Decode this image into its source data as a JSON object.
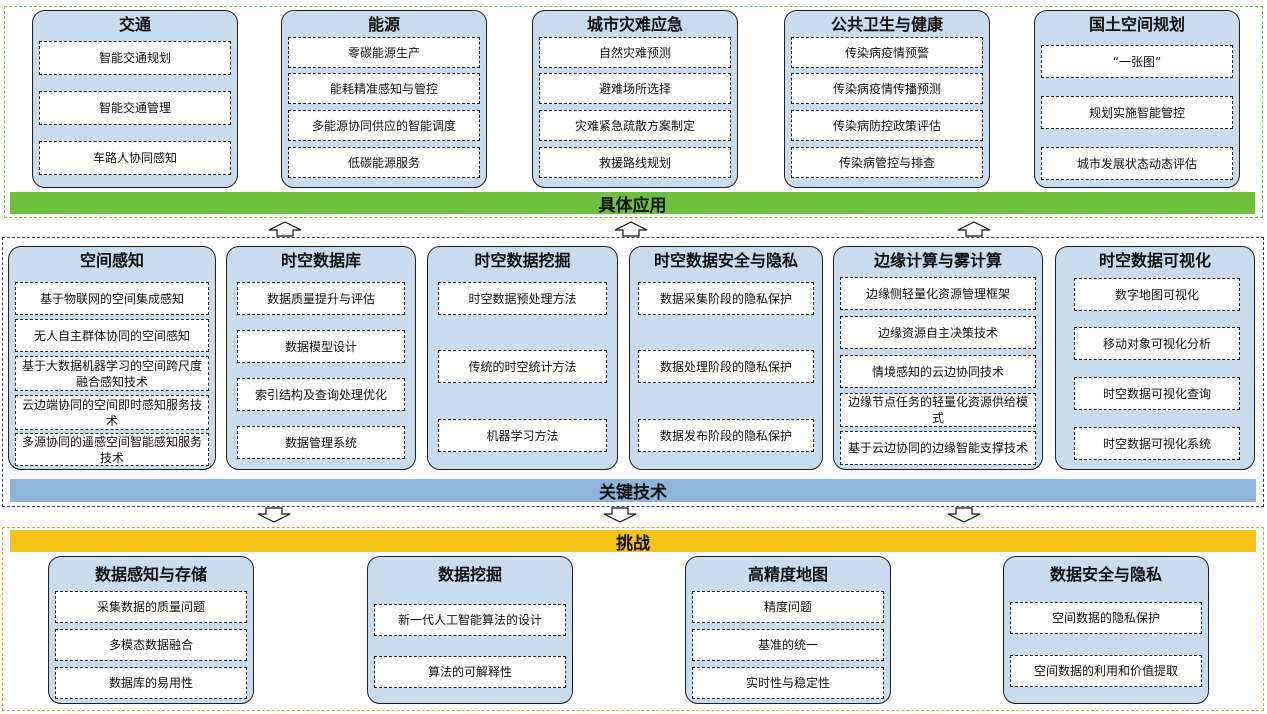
{
  "applications": {
    "bar_label": "具体应用",
    "panels": [
      {
        "title": "交通",
        "items": [
          "智能交通规划",
          "智能交通管理",
          "车路人协同感知"
        ]
      },
      {
        "title": "能源",
        "items": [
          "零碳能源生产",
          "能耗精准感知与管控",
          "多能源协同供应的智能调度",
          "低碳能源服务"
        ]
      },
      {
        "title": "城市灾难应急",
        "items": [
          "自然灾难预测",
          "避难场所选择",
          "灾难紧急疏散方案制定",
          "救援路线规划"
        ]
      },
      {
        "title": "公共卫生与健康",
        "items": [
          "传染病疫情预警",
          "传染病疫情传播预测",
          "传染病防控政策评估",
          "传染病管控与排查"
        ]
      },
      {
        "title": "国土空间规划",
        "items": [
          "“一张图”",
          "规划实施智能管控",
          "城市发展状态动态评估"
        ]
      }
    ]
  },
  "technologies": {
    "bar_label": "关键技术",
    "panels": [
      {
        "title": "空间感知",
        "items": [
          "基于物联网的空间集成感知",
          "无人自主群体协同的空间感知",
          "基于大数据机器学习的空间跨尺度融合感知技术",
          "云边端协同的空间即时感知服务技术",
          "多源协同的遥感空间智能感知服务技术"
        ]
      },
      {
        "title": "时空数据库",
        "items": [
          "数据质量提升与评估",
          "数据模型设计",
          "索引结构及查询处理优化",
          "数据管理系统"
        ]
      },
      {
        "title": "时空数据挖掘",
        "items": [
          "时空数据预处理方法",
          "传统的时空统计方法",
          "机器学习方法"
        ]
      },
      {
        "title": "时空数据安全与隐私",
        "items": [
          "数据采集阶段的隐私保护",
          "数据处理阶段的隐私保护",
          "数据发布阶段的隐私保护"
        ]
      },
      {
        "title": "边缘计算与雾计算",
        "items": [
          "边缘侧轻量化资源管理框架",
          "边缘资源自主决策技术",
          "情境感知的云边协同技术",
          "边缘节点任务的轻量化资源供给模式",
          "基于云边协同的边缘智能支撑技术"
        ]
      },
      {
        "title": "时空数据可视化",
        "items": [
          "数字地图可视化",
          "移动对象可视化分析",
          "时空数据可视化查询",
          "时空数据可视化系统"
        ]
      }
    ]
  },
  "challenges": {
    "bar_label": "挑战",
    "panels": [
      {
        "title": "数据感知与存储",
        "items": [
          "采集数据的质量问题",
          "多模态数据融合",
          "数据库的易用性"
        ]
      },
      {
        "title": "数据挖掘",
        "items": [
          "新一代人工智能算法的设计",
          "算法的可解释性"
        ]
      },
      {
        "title": "高精度地图",
        "items": [
          "精度问题",
          "基准的统一",
          "实时性与稳定性"
        ]
      },
      {
        "title": "数据安全与隐私",
        "items": [
          "空间数据的隐私保护",
          "空间数据的利用和价值提取"
        ]
      }
    ]
  }
}
